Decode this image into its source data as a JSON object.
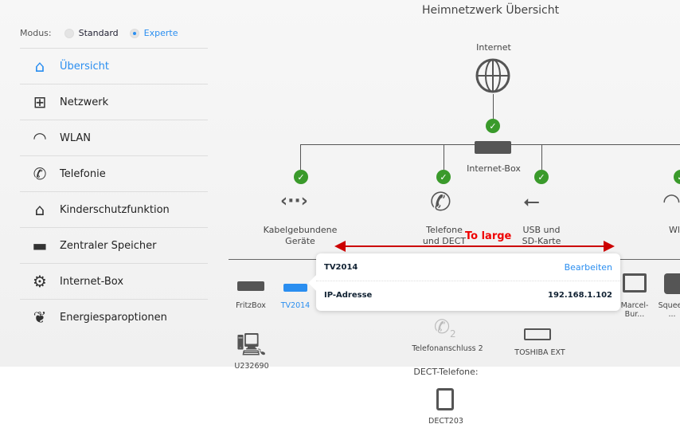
{
  "page_title": "Heimnetzwerk Übersicht",
  "modus": {
    "label": "Modus:",
    "options": [
      {
        "label": "Standard",
        "selected": false
      },
      {
        "label": "Experte",
        "selected": true
      }
    ]
  },
  "sidebar": {
    "items": [
      {
        "label": "Übersicht",
        "icon": "home-icon",
        "active": true
      },
      {
        "label": "Netzwerk",
        "icon": "network-icon"
      },
      {
        "label": "WLAN",
        "icon": "wifi-icon"
      },
      {
        "label": "Telefonie",
        "icon": "phone-icon"
      },
      {
        "label": "Kinderschutzfunktion",
        "icon": "child-protection-icon"
      },
      {
        "label": "Zentraler Speicher",
        "icon": "storage-icon"
      },
      {
        "label": "Internet-Box",
        "icon": "gears-icon"
      },
      {
        "label": "Energiesparoptionen",
        "icon": "leaf-icon"
      }
    ]
  },
  "diagram": {
    "internet": "Internet",
    "box": "Internet-Box",
    "wired_1": "Kabelgebundene",
    "wired_2": "Geräte",
    "phone_1": "Telefone",
    "phone_2": "und DECT",
    "usb_1": "USB und",
    "usb_2": "SD-Karte",
    "wlan": "Wl"
  },
  "annotation": "To large",
  "devices": {
    "fritzbox": "FritzBox",
    "tv": "TV2014",
    "u232690": "U232690",
    "tel2": "Telefonanschluss 2",
    "tel2_num": "2",
    "toshiba": "TOSHIBA EXT",
    "marcel": "Marcel-\nBur...",
    "squeez": "Squeez\n...",
    "dect_heading": "DECT-Telefone:",
    "dect": "DECT203"
  },
  "popup": {
    "name": "TV2014",
    "edit": "Bearbeiten",
    "ip_label": "IP-Adresse",
    "ip_value": "192.168.1.102"
  },
  "colors": {
    "accent": "#2a8ef0",
    "check": "#3a9a2b",
    "annotation": "#cc0000"
  }
}
